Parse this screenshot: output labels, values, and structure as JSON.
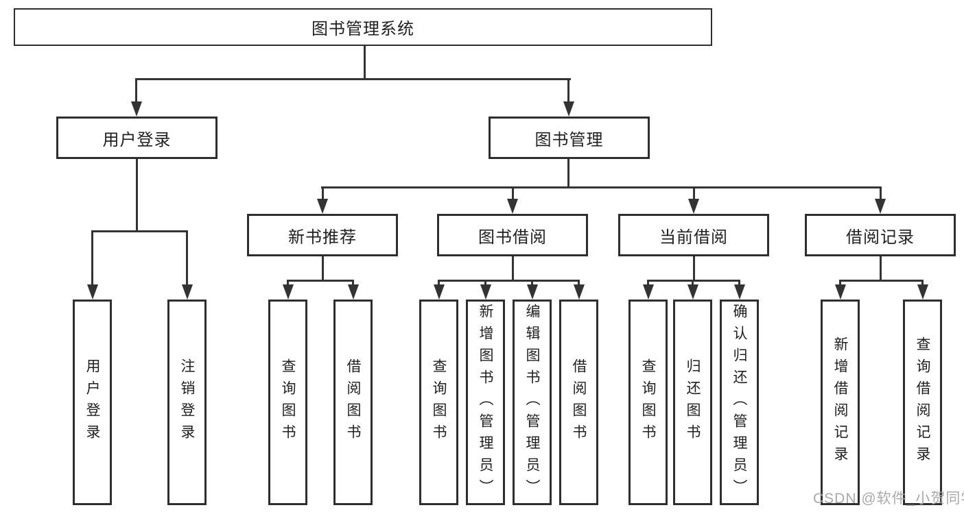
{
  "nodes": {
    "root": "图书管理系统",
    "user_login": "用户登录",
    "book_mgmt": "图书管理",
    "new_book_rec": "新书推荐",
    "book_borrow": "图书借阅",
    "current_borrow": "当前借阅",
    "borrow_records": "借阅记录"
  },
  "leaves": {
    "user_login": [
      "用户登录",
      "注销登录"
    ],
    "new_book_rec": [
      "查询图书",
      "借阅图书"
    ],
    "book_borrow": [
      "查询图书",
      "新增图书（管理员）",
      "编辑图书（管理员）",
      "借阅图书"
    ],
    "current_borrow": [
      "查询图书",
      "归还图书",
      "确认归还（管理员）"
    ],
    "borrow_records": [
      "新增借阅记录",
      "查询借阅记录"
    ]
  },
  "watermark": "CSDN @软件_小贺同学",
  "colors": {
    "line": "#333333",
    "box_border": "#2e2e2e",
    "text": "#1f1f1f",
    "watermark": "#a8a8b0",
    "background": "#ffffff"
  }
}
